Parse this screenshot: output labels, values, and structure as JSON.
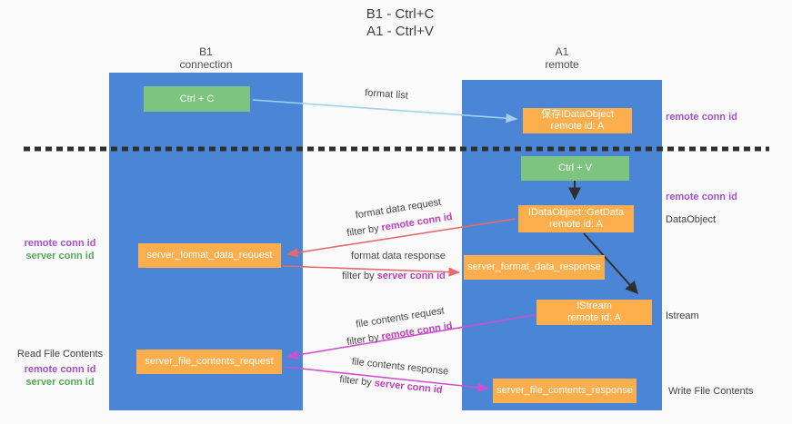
{
  "title": {
    "line1": "B1 - Ctrl+C",
    "line2": "A1 - Ctrl+V"
  },
  "lanes": {
    "left_name": "B1",
    "left_role": "connection",
    "right_name": "A1",
    "right_role": "remote"
  },
  "nodes": {
    "ctrl_c": "Ctrl + C",
    "ctrl_v": "Ctrl + V",
    "save_obj_line1": "保存IDataObject",
    "save_obj_line2": "remote id: A",
    "getdata_line1": "IDataObject::GetData",
    "getdata_line2": "remote id: A",
    "istream_line1": "IStream",
    "istream_line2": "remote id: A",
    "format_request": "server_format_data_request",
    "format_response": "server_format_data_response",
    "file_request": "server_file_contents_request",
    "file_response": "server_file_contents_response"
  },
  "flow_labels": {
    "format_list": "format list",
    "format_data_request": "format data request",
    "format_data_response": "format data response",
    "file_contents_request": "file contents request",
    "file_contents_response": "file contents response",
    "filter_by": "filter by",
    "remote_conn_id": "remote conn id",
    "server_conn_id": "server conn id"
  },
  "side_labels": {
    "remote_conn_id": "remote conn id",
    "server_conn_id": "server conn id",
    "dataobject": "DataObject",
    "istream": "Istream",
    "read_file_contents": "Read File Contents",
    "write_file_contents": "Write File Contents"
  },
  "colors": {
    "bg": "#fafafa",
    "lane_blue": "#4a85d6",
    "node_green": "#7dc57e",
    "node_orange": "#fbae4b",
    "text_dark": "#3f3f3f",
    "arrow_blue": "#a3d1ef",
    "arrow_red": "#e66a6a",
    "arrow_magenta": "#ce4fd0",
    "arrow_black": "#2f2f2f",
    "label_purple": "#a44fcf",
    "label_magenta": "#bf3fbf",
    "label_green": "#55a955",
    "divider": "#2e2e2e"
  }
}
